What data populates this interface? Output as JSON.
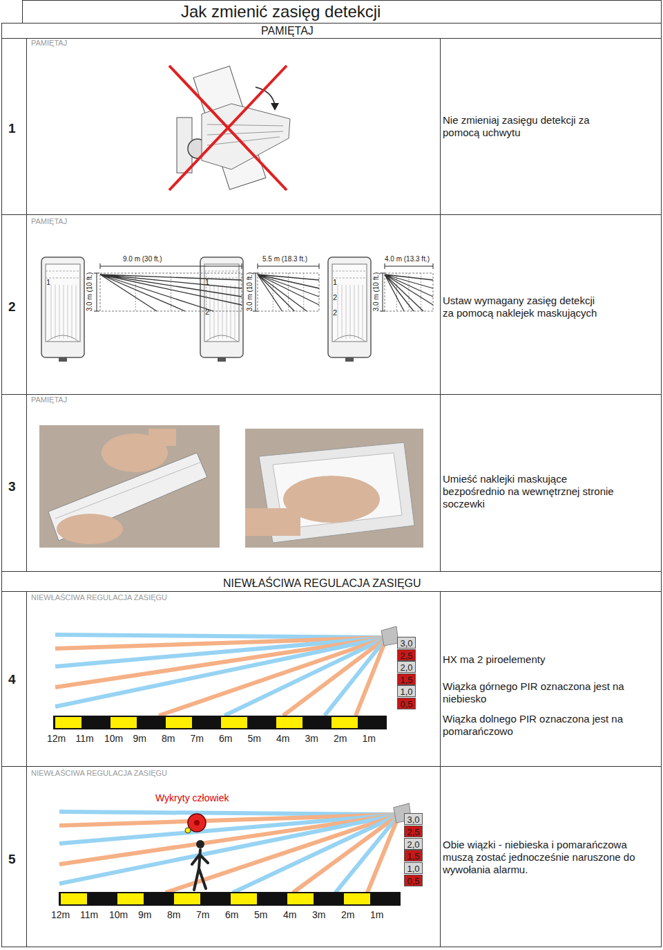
{
  "diagram": {
    "title": "Jak zmienić zasięg detekcji",
    "labels": [
      "PAMIĘTAJ",
      "PAMIĘTAJ",
      "1",
      "Nie zmieniaj zasięgu detekcji za pomocą uchwytu",
      "PAMIĘTAJ",
      "2",
      "9.0 m (30 ft.)",
      "3.0 m (10 ft.)",
      "1",
      "5.5 m (18.3 ft.)",
      "3.0 m (10 ft.)",
      "1",
      "2",
      "4.0 m (13.3 ft.)",
      "3.0 m (10 ft.)",
      "1",
      "2",
      "2",
      "Ustaw wymagany zasięg detekcji za pomocą naklejek maskujących",
      "PAMIĘTAJ",
      "3",
      "Umieść naklejki maskujące bezpośrednio na wewnętrznej stronie soczewki",
      "NIEWŁAŚCIWA REGULACJA ZASIĘGU",
      "NIEWŁAŚCIWA REGULACJA ZASIĘGU",
      "4",
      "3,0",
      "2,5",
      "2,0",
      "1,5",
      "1,0",
      "0,5",
      "12m",
      "11m",
      "10m",
      "9m",
      "8m",
      "7m",
      "6m",
      "5m",
      "4m",
      "3m",
      "2m",
      "1m",
      "HX ma 2 piroelementy",
      "Wiązka górnego PIR oznaczona jest na niebiesko",
      "Wiązka dolnego PIR oznaczona jest na pomarańczowo",
      "NIEWŁAŚCIWA REGULACJA ZASIĘGU",
      "Wykryty człowiek",
      "5",
      "3,0",
      "2,5",
      "2,0",
      "1,5",
      "1,0",
      "0,5",
      "12m",
      "11m",
      "10m",
      "9m",
      "8m",
      "7m",
      "6m",
      "5m",
      "4m",
      "3m",
      "2m",
      "1m",
      "Obie wiązki - niebieska i pomarańczowa muszą zostać jednocześnie naruszone do wywołania alarmu."
    ]
  }
}
